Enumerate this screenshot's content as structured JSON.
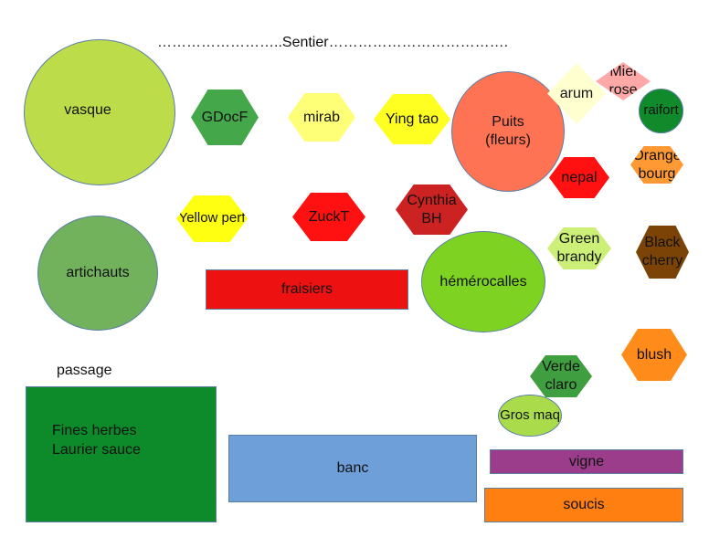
{
  "path_label": "……………………..Sentier……………………………….",
  "passage_label": "passage",
  "beds": {
    "vasque": {
      "label": "vasque",
      "color": "#bddc4a"
    },
    "artichauts": {
      "label": "artichauts",
      "color": "#72b25d"
    },
    "gdocf": {
      "label": "GDocF",
      "color": "#44a84a"
    },
    "mirab": {
      "label": "mirab",
      "color": "#ffff77"
    },
    "yingtao": {
      "label": "Ying tao",
      "color": "#ffff22"
    },
    "puits": {
      "label": "Puits\n(fleurs)",
      "color": "#ff7355"
    },
    "arum": {
      "label": "arum",
      "color": "#ffffd0"
    },
    "mielrose": {
      "label": "Miel\nrose",
      "color": "#ffa8a8"
    },
    "raifort": {
      "label": "raifort",
      "color": "#118a2c"
    },
    "orangebourg": {
      "label": "Orange\nbourg",
      "color": "#ff9933"
    },
    "nepal": {
      "label": "nepal",
      "color": "#ff1111"
    },
    "yellowperf": {
      "label": "Yellow perf",
      "color": "#ffff11"
    },
    "zuckt": {
      "label": "ZuckT",
      "color": "#ff1111"
    },
    "cynthiabh": {
      "label": "Cynthia\nBH",
      "color": "#cc2222"
    },
    "greenbrandy": {
      "label": "Green\nbrandy",
      "color": "#ccf077"
    },
    "blackcherry": {
      "label": "Black\ncherry",
      "color": "#7b4406"
    },
    "fraisiers": {
      "label": "fraisiers",
      "color": "#ee1111"
    },
    "hemerocalles": {
      "label": "hémérocalles",
      "color": "#7ed322"
    },
    "blush": {
      "label": "blush",
      "color": "#ff8c1a"
    },
    "verdeclaro": {
      "label": "Verde\nclaro",
      "color": "#3f9e3f"
    },
    "grosmaq": {
      "label": "Gros maq",
      "color": "#a9db4a"
    },
    "fines": {
      "label": "Fines herbes\nLaurier sauce",
      "color": "#0d8a2a"
    },
    "banc": {
      "label": "banc",
      "color": "#6f9fd8"
    },
    "vigne": {
      "label": "vigne",
      "color": "#9b3d8a"
    },
    "soucis": {
      "label": "soucis",
      "color": "#ff7f11"
    }
  }
}
